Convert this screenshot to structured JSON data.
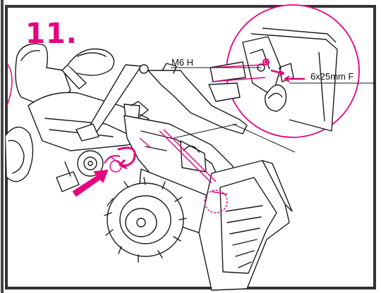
{
  "step": {
    "number": "11."
  },
  "callouts": {
    "nut": {
      "code": "M6 H"
    },
    "bolt": {
      "code": "6x25mm  F"
    }
  },
  "colors": {
    "accent": "#e6007e",
    "line": "#1a1a1a",
    "frame": "#333333",
    "background": "#ffffff"
  },
  "icons": [
    "insert-arrow-icon",
    "rotate-arrow-icon",
    "detail-callout-circle-icon"
  ]
}
